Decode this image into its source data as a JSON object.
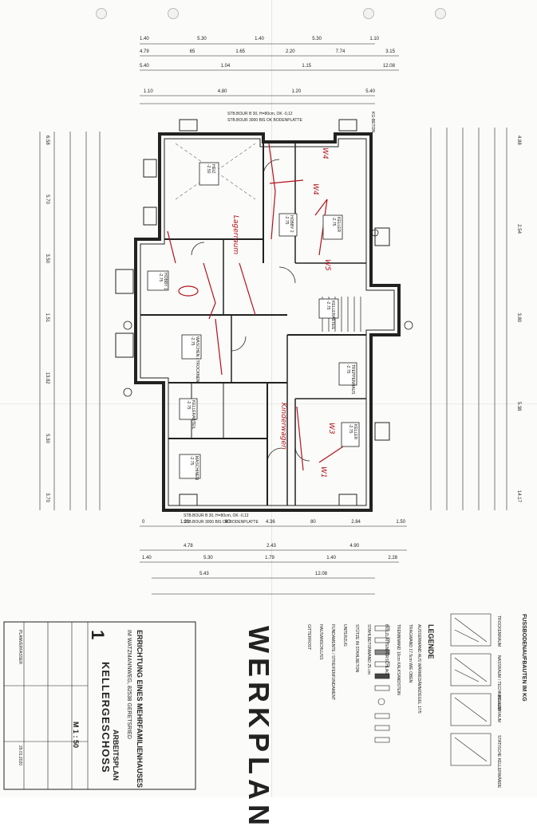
{
  "dimensions_top": {
    "row1": [
      "1.40",
      "5.30",
      "1.40",
      "5.30",
      "1.10"
    ],
    "row2": [
      "4.79",
      "65",
      "1.65",
      "2.20",
      "7.74",
      "3.15"
    ],
    "row3": [
      "5.40",
      "1.04",
      "1.15",
      "12.08"
    ],
    "row4": [
      "1.10",
      "4.80",
      "1.20",
      "5.40"
    ]
  },
  "dimensions_bottom": {
    "row1": [
      "0",
      "1.31",
      "80",
      "4.36",
      "80",
      "2.84",
      "1.50"
    ],
    "row2": [
      "4.78",
      "2.43",
      "4.90"
    ],
    "row3": [
      "1.40",
      "5.30",
      "1.79",
      "1.40",
      "2.28"
    ],
    "row4": [
      "5.43",
      "12.08"
    ]
  },
  "dimensions_left": [
    "6.58",
    "5.70",
    "3.50",
    "1.51",
    "13.82",
    "5.30",
    "3.70"
  ],
  "dimensions_right": [
    "4.88",
    "2.54",
    "3.80",
    "5.38",
    "14.17"
  ],
  "annotations": {
    "stahlbeton_top": "STB.BOUR B 30, H=80cm, OK -0,12",
    "bodenplatte_top": "STB.BOUR 3000 BIS OK BODENPLATTE",
    "stahlbeton_bottom": "STB.BOUR B 30, H=80cm, OK -0,12",
    "bodenplatte_bottom": "STB.BOUR 3000 BIS OK BODENPLATTE",
    "kg_beton": "KG-BETON"
  },
  "rooms": [
    {
      "name": "HEIZ",
      "area": "",
      "floor": "-2.50"
    },
    {
      "name": "HOBBY 1",
      "area": "",
      "floor": "-2.75"
    },
    {
      "name": "HOBBY 2",
      "area": "",
      "floor": "-2.75"
    },
    {
      "name": "WASCHEN / TROCKNEN",
      "area": "",
      "floor": "-2.75"
    },
    {
      "name": "KELLER",
      "area": "",
      "floor": "-2.75"
    },
    {
      "name": "KELLERABTEIL",
      "area": "",
      "floor": "-2.75"
    },
    {
      "name": "TREPPENHAUS",
      "area": "",
      "floor": "-2.75"
    },
    {
      "name": "KELLERABTEIL",
      "area": "",
      "floor": "-2.75"
    },
    {
      "name": "MASCHINEN",
      "area": "",
      "floor": "-2.75"
    },
    {
      "name": "KELLER",
      "area": "",
      "floor": "-2.75"
    }
  ],
  "handwritten": {
    "w1": "W1",
    "w3": "W3",
    "w4": "W4",
    "w5": "W5",
    "kinderwagen": "Kinderwagen",
    "lagerraum": "Lagerraum"
  },
  "legend": {
    "title": "LEGENDE",
    "items": [
      "AUSSENWAND AUS WÄRMEDÄMMZIEGEL 17/5",
      "TRAGWAND 17.5cm WIE OBEN",
      "TRENNWAND 10cm KALKSANDSTEIN",
      "HOLZLATTENVERSCHLAG",
      "STAHLBETONWAND 25 cm",
      "STÜTZE IN STAHLBETON",
      "UNTERZUG",
      "FUNDAMENTE / STREIFENFUNDAMENT",
      "HAUSANSCHLUSS",
      "GITTERROST"
    ]
  },
  "keys_right": {
    "title": "FUSSBODENAUFBAUTEN IM KG",
    "items": [
      "TROCKENRAUM",
      "NASSRAUM / TECHNIKRAUM",
      "KELLERRAUM",
      "STATISCHE KELLERWÄNDE"
    ]
  },
  "brand": "WERKPLAN",
  "title_block": {
    "project": "ERRICHTUNG EINES MEHRFAMILIENHAUSES",
    "location": "IM WATZMANNWEG, 82538 GERETSRIED",
    "drawing": "KELLERGESCHOSS",
    "sheet_no": "1",
    "scale": "M 1 : 50",
    "phase": "ARBEITSPLAN",
    "planverfasser": "PLANVERFASSER",
    "date": "29.01.2020"
  },
  "colors": {
    "ink": "#222222",
    "red_markup": "#b3121b",
    "paper": "#fbfbf9"
  }
}
